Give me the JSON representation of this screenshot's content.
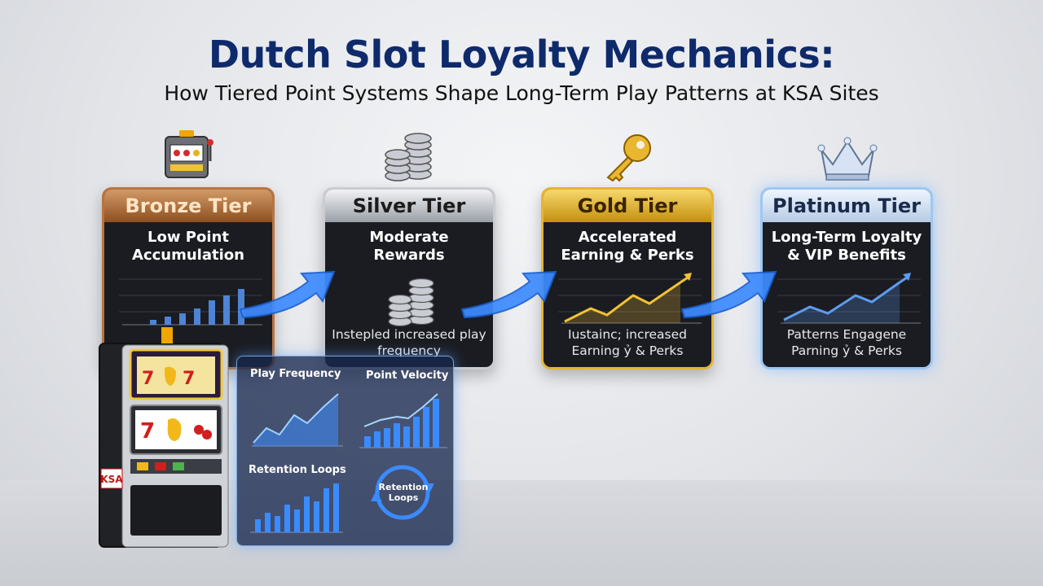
{
  "header": {
    "title": "Dutch Slot Loyalty Mechanics:",
    "subtitle": "How Tiered Point Systems Shape Long-Term Play Patterns at KSA Sites"
  },
  "tiers": [
    {
      "name": "Bronze Tier",
      "description": "Low Point Accumulation",
      "footer": "",
      "icon": "slot-machine-icon"
    },
    {
      "name": "Silver Tier",
      "description": "Moderate Rewards",
      "footer": "Instepled increased play frequency",
      "icon": "coin-stack-icon"
    },
    {
      "name": "Gold Tier",
      "description": "Accelerated Earning & Perks",
      "footer": "Iustainc; increased Earning ỷ & Perks",
      "icon": "key-icon"
    },
    {
      "name": "Platinum Tier",
      "description": "Long-Term Loyalty & VIP Benefits",
      "footer": "Patterns Engagene Parning ỷ & Perks",
      "icon": "crown-icon"
    }
  ],
  "dashboard": {
    "play_frequency": "Play Frequency",
    "point_velocity": "Point Velocity",
    "retention_loops": "Retention Loops",
    "retention_loops_icon_label": "Retention Loops"
  },
  "slot_machine": {
    "brand": "KSA",
    "reels": "7 7"
  },
  "colors": {
    "title": "#0f2a6b",
    "bronze": "#b9743e",
    "silver": "#c9ccd2",
    "gold": "#e6b431",
    "platinum": "#9fc7f0",
    "arrow": "#3d8bff"
  }
}
